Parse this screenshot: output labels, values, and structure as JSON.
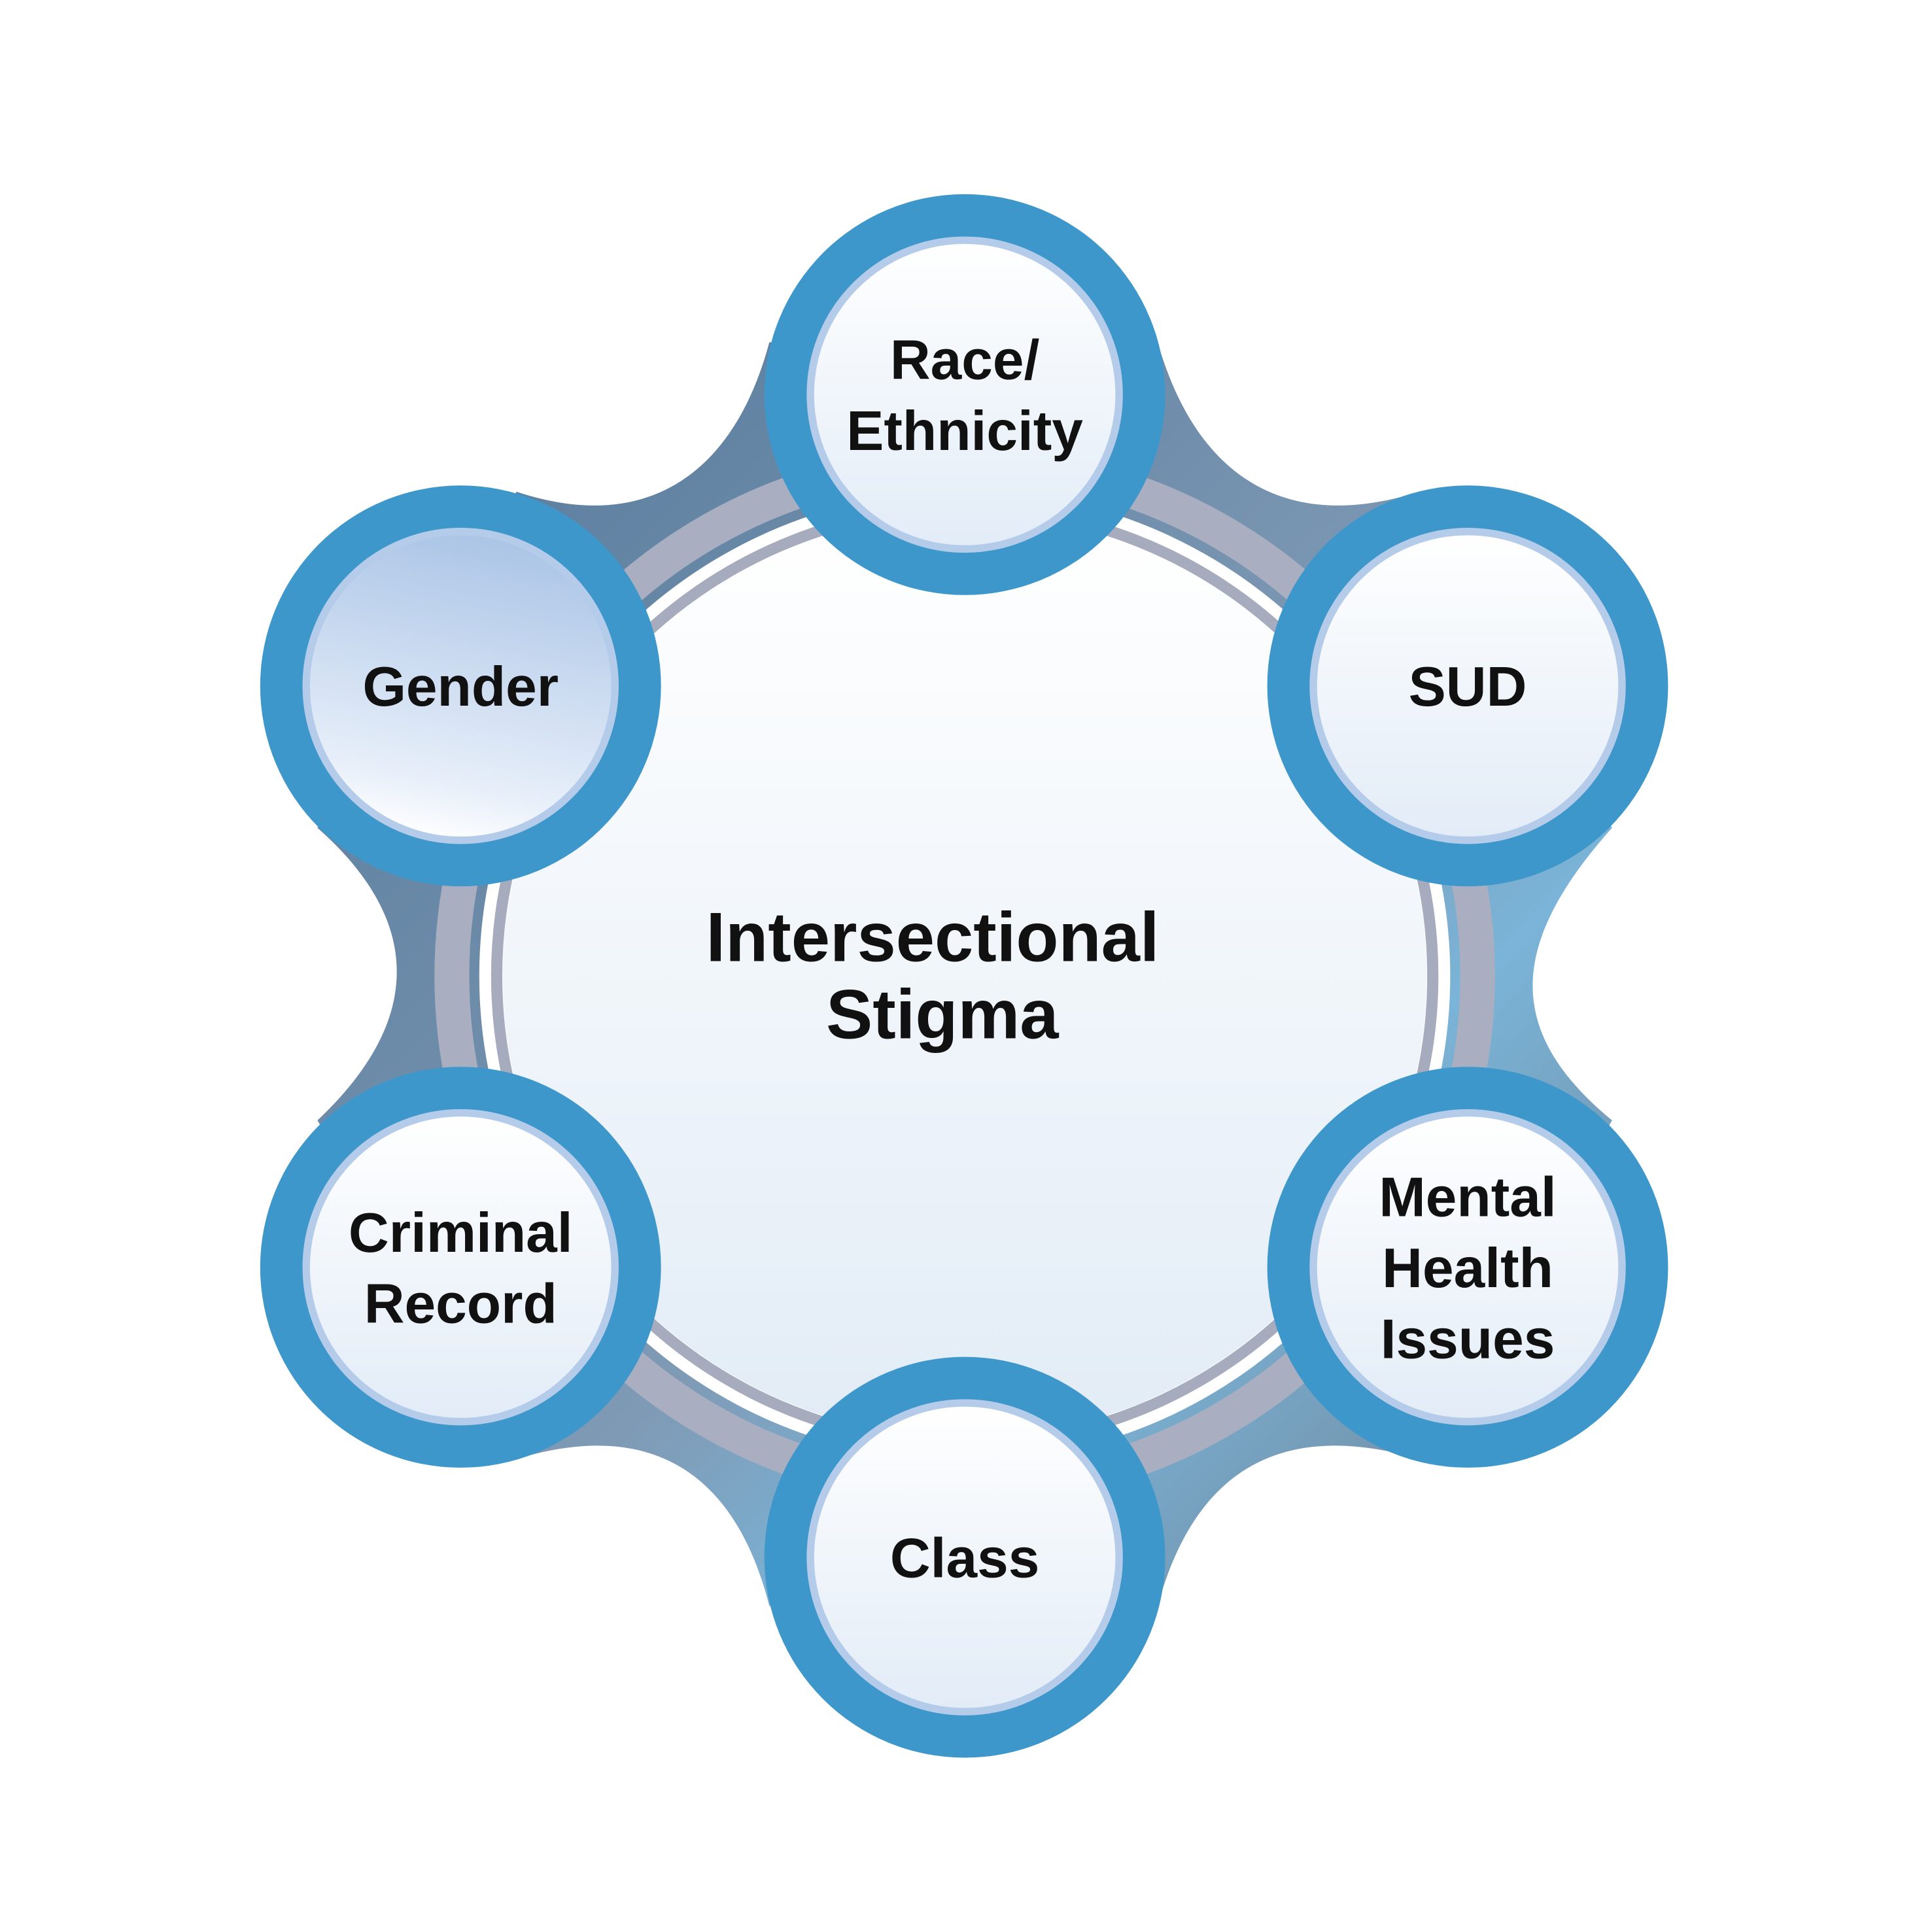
{
  "title_lines": [
    "Intersectional",
    "Stigma"
  ],
  "nodes": [
    {
      "id": "race",
      "lines": [
        "Race/",
        "Ethnicity"
      ]
    },
    {
      "id": "sud",
      "lines": [
        "SUD"
      ]
    },
    {
      "id": "mental",
      "lines": [
        "Mental",
        "Health",
        "Issues"
      ]
    },
    {
      "id": "class",
      "lines": [
        "Class"
      ]
    },
    {
      "id": "criminal",
      "lines": [
        "Criminal",
        "Record"
      ]
    },
    {
      "id": "gender",
      "lines": [
        "Gender"
      ]
    }
  ],
  "colors": {
    "node_ring": "#3d97cb",
    "node_inner_stroke": "#b4cce9",
    "band": "#a9aec0",
    "blob_dark": "#557c99",
    "blob_light": "#7ab4d8"
  }
}
